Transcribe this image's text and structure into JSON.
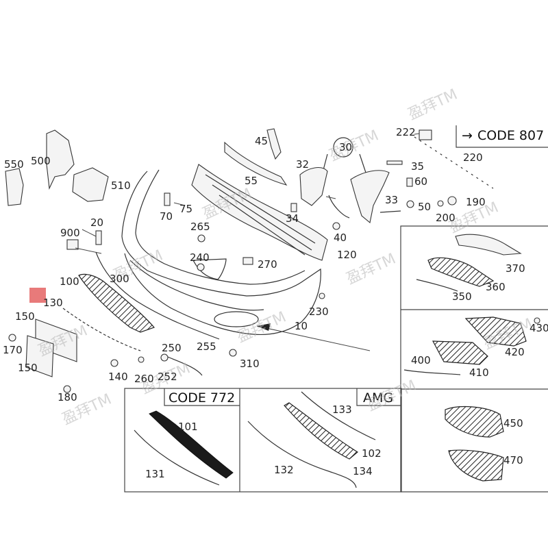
{
  "code_807": "CODE 807",
  "code_772": "CODE 772",
  "amg": "AMG",
  "watermark": "盈拜TM",
  "labels": {
    "p550": "550",
    "p500": "500",
    "p510": "510",
    "p45": "45",
    "p55": "55",
    "p30": "30",
    "p32": "32",
    "p222": "222",
    "p220": "220",
    "p35": "35",
    "p60": "60",
    "p33": "33",
    "p50": "50",
    "p190": "190",
    "p200": "200",
    "p70": "70",
    "p75": "75",
    "p34": "34",
    "p40": "40",
    "p120": "120",
    "p900": "900",
    "p20": "20",
    "p265": "265",
    "p240": "240",
    "p270": "270",
    "p300": "300",
    "p100": "100",
    "p130": "130",
    "p150a": "150",
    "p230": "230",
    "p10": "10",
    "p170": "170",
    "p150b": "150",
    "p250": "250",
    "p255": "255",
    "p310": "310",
    "p140": "140",
    "p260": "260",
    "p252": "252",
    "p180": "180",
    "p370": "370",
    "p360": "360",
    "p350": "350",
    "p430": "430",
    "p420": "420",
    "p400": "400",
    "p410": "410",
    "p101": "101",
    "p131": "131",
    "p133": "133",
    "p102": "102",
    "p132": "132",
    "p134": "134",
    "p450": "450",
    "p470": "470"
  },
  "colors": {
    "highlight": "#e87a7a",
    "line": "#333333",
    "watermark": "#b8b8b8"
  }
}
